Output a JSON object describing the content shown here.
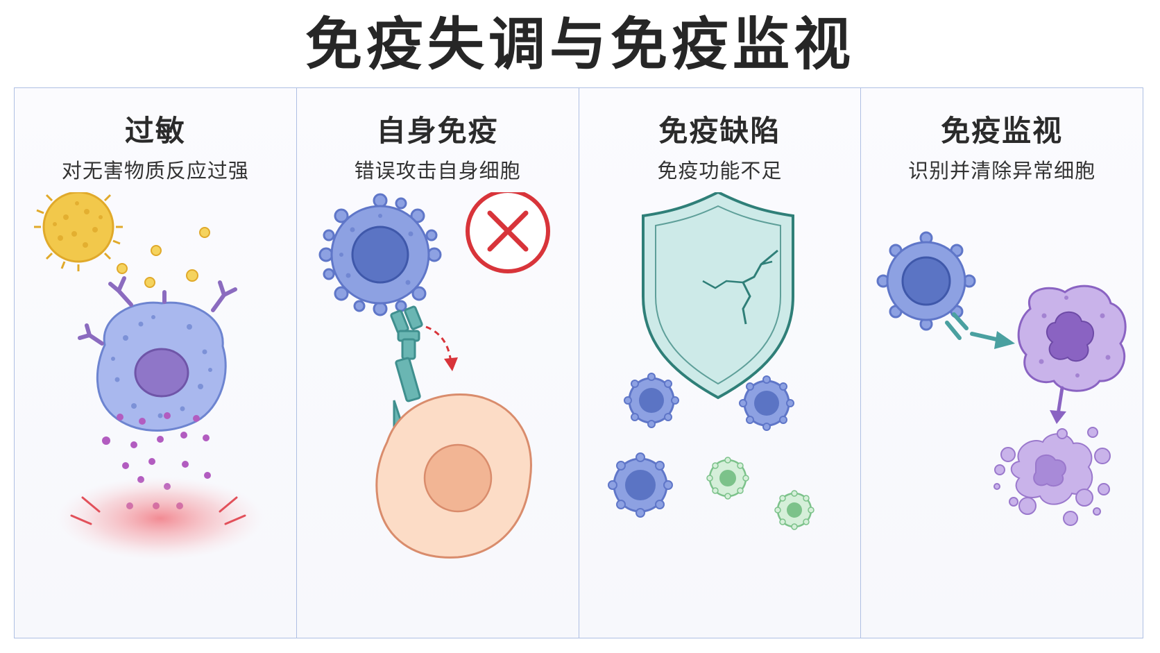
{
  "title": "免疫失调与免疫监视",
  "panels": [
    {
      "title": "过敏",
      "subtitle": "对无害物质反应过强"
    },
    {
      "title": "自身免疫",
      "subtitle": "错误攻击自身细胞"
    },
    {
      "title": "免疫缺陷",
      "subtitle": "免疫功能不足"
    },
    {
      "title": "免疫监视",
      "subtitle": "识别并清除异常细胞"
    }
  ],
  "colors": {
    "border": "#aebfe3",
    "immune_cell": "#7f96dd",
    "immune_nucleus": "#5b74c4",
    "allergen": "#f2c84b",
    "antibody": "#8b6bbf",
    "mediator": "#b25cc0",
    "inflammation": "#e2505a",
    "self_cell": "#fcdcc6",
    "self_cell_edge": "#d98c6c",
    "receptor": "#4aa0a0",
    "reject": "#d8343a",
    "shield": "#cdeae8",
    "shield_edge": "#2f7f78",
    "weak_cell": "#a8d8b0",
    "abnormal_cell": "#b79be0",
    "abnormal_nucleus": "#8a63c2"
  },
  "icons": [
    "allergen-pollen-icon",
    "mast-cell-icon",
    "antibody-icon",
    "histamine-granule-icon",
    "inflammation-icon",
    "immune-cell-icon",
    "t-cell-receptor-icon",
    "self-cell-icon",
    "reject-x-icon",
    "cracked-shield-icon",
    "weak-immune-cell-icon",
    "abnormal-cell-icon",
    "arrow-icon",
    "apoptotic-debris-icon"
  ]
}
